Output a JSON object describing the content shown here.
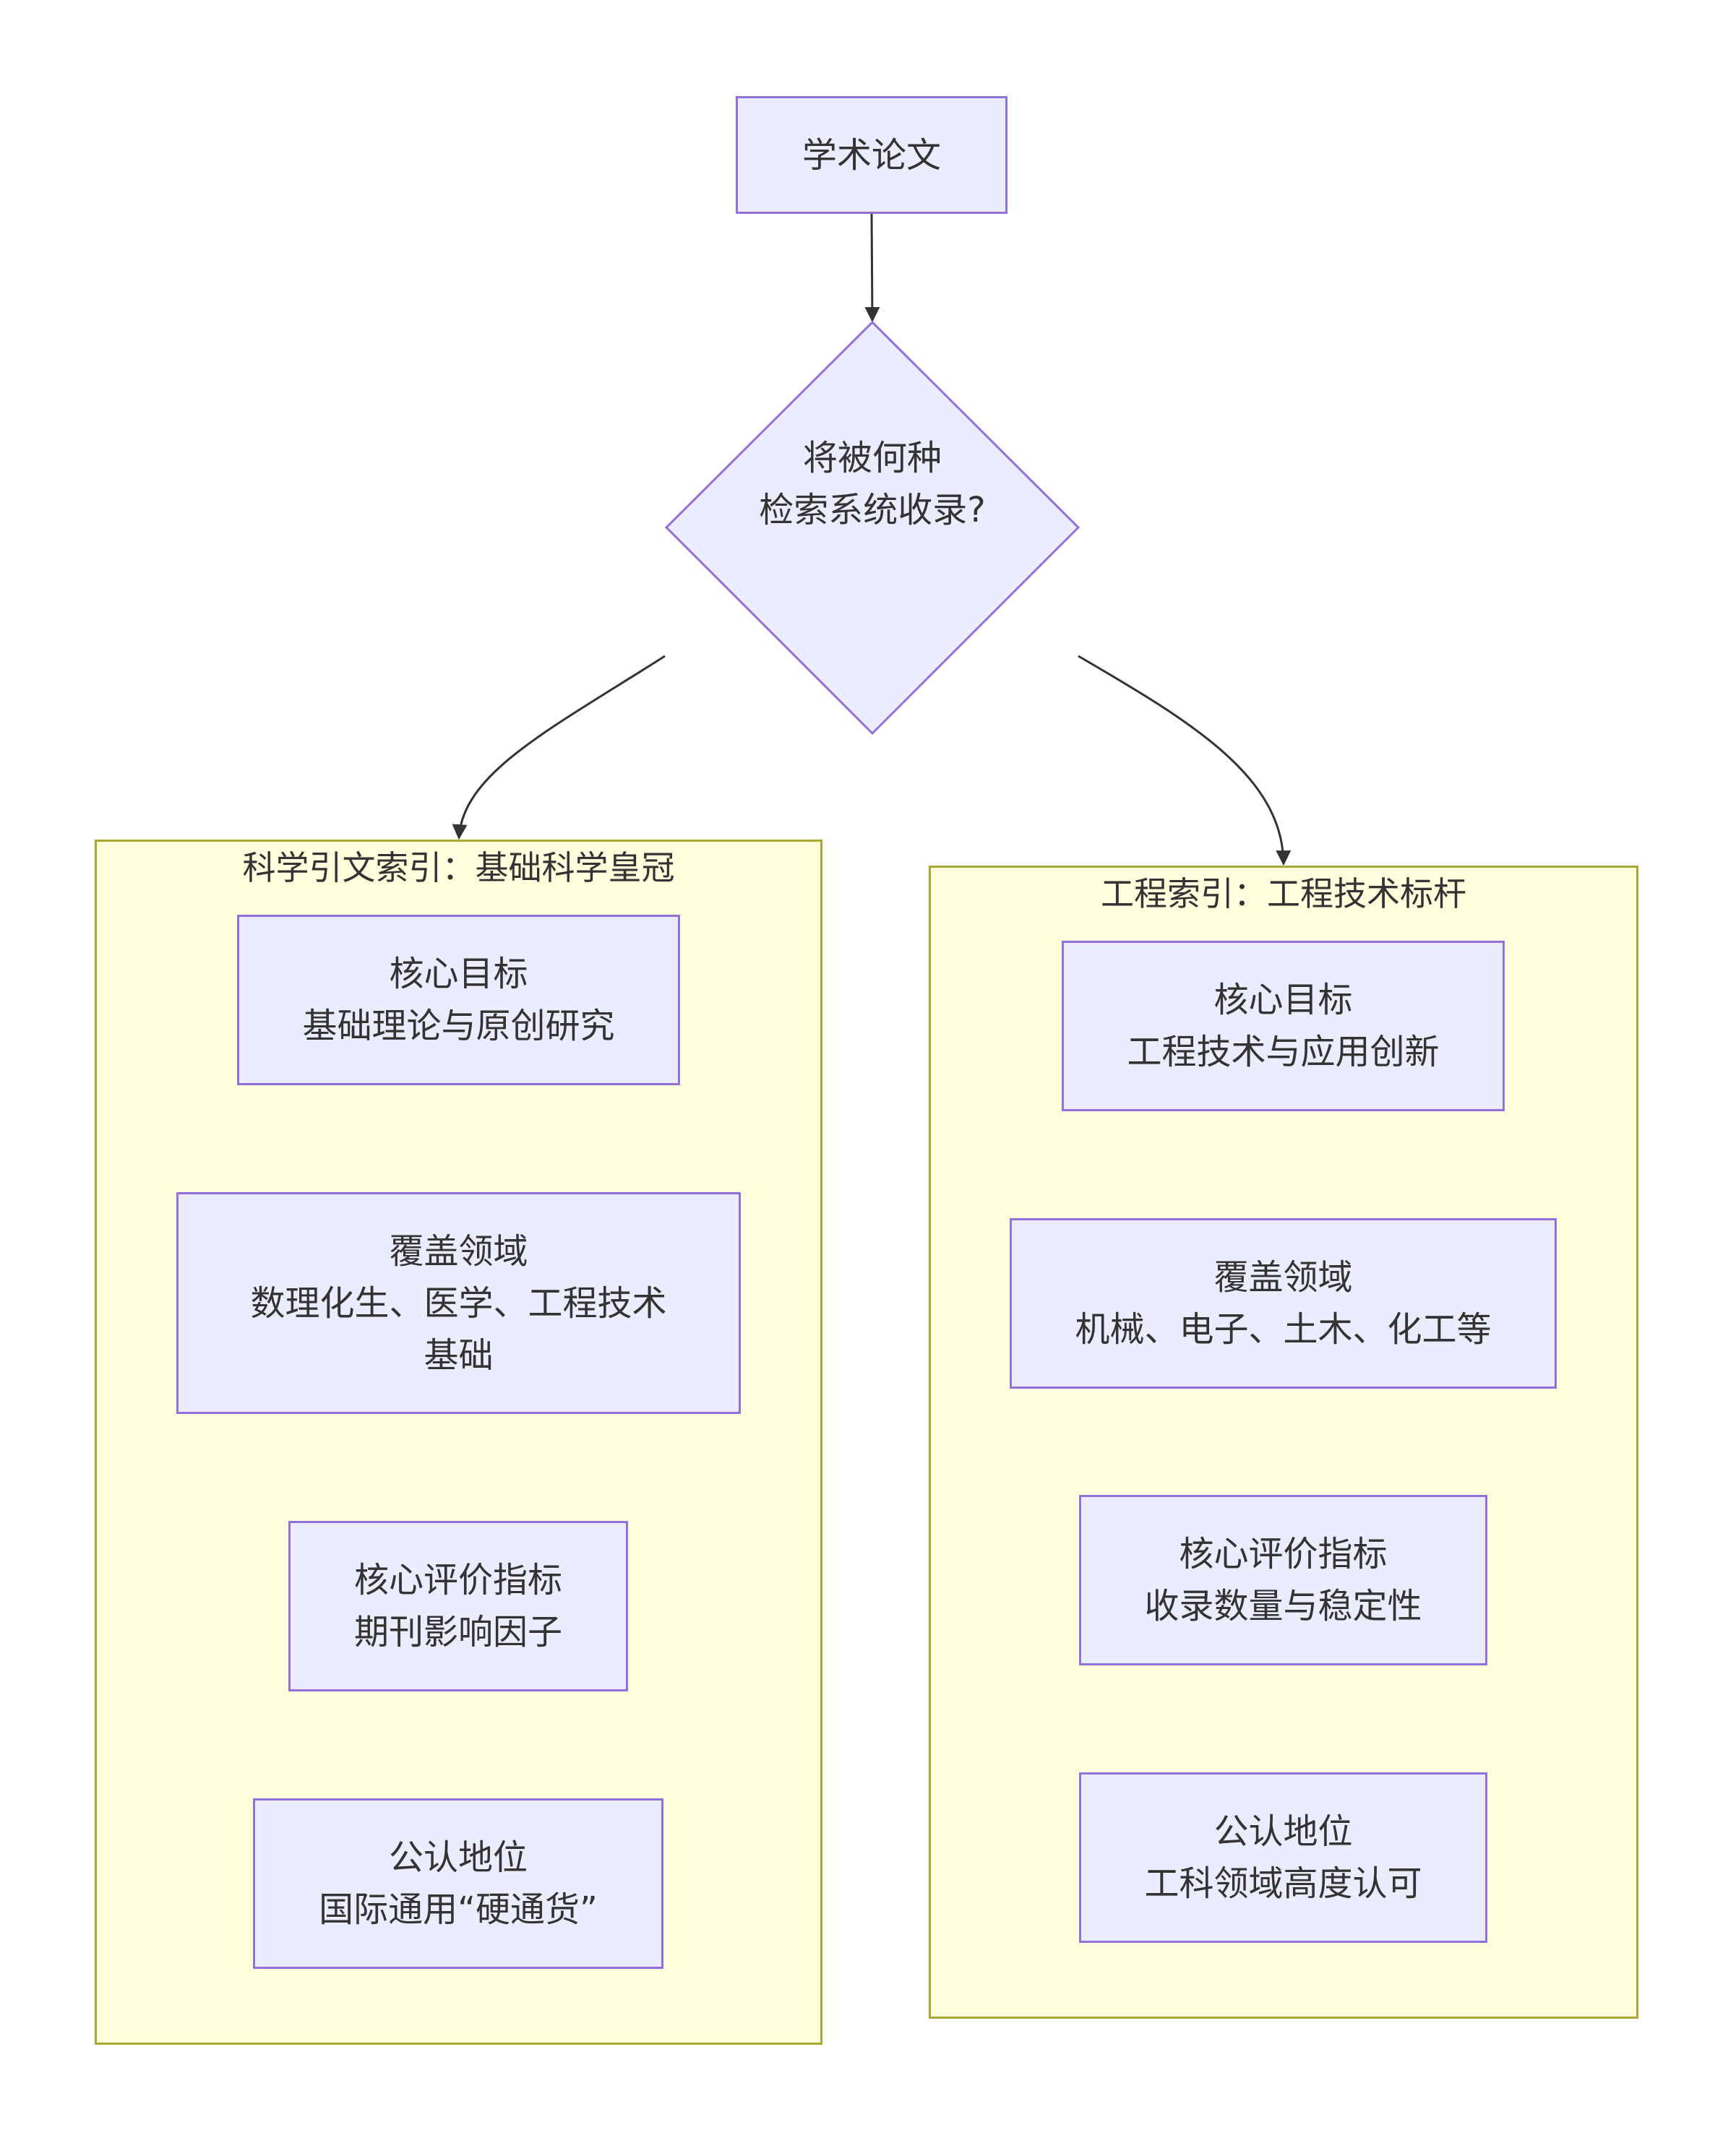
{
  "root": {
    "label": "学术论文"
  },
  "decision": {
    "line1": "将被何种",
    "line2": "检索系统收录?"
  },
  "sci": {
    "title": "科学引文索引：基础科学皇冠",
    "goal": {
      "heading": "核心目标",
      "text": "基础理论与原创研究"
    },
    "coverage": {
      "heading": "覆盖领域",
      "line1": "数理化生、医学、工程技术",
      "line2": "基础"
    },
    "metric": {
      "heading": "核心评价指标",
      "text": "期刊影响因子"
    },
    "status": {
      "heading": "公认地位",
      "text": "国际通用“硬通货”"
    }
  },
  "ei": {
    "title": "工程索引：工程技术标杆",
    "goal": {
      "heading": "核心目标",
      "text": "工程技术与应用创新"
    },
    "coverage": {
      "heading": "覆盖领域",
      "text": "机械、电子、土木、化工等"
    },
    "metric": {
      "heading": "核心评价指标",
      "text": "收录数量与稳定性"
    },
    "status": {
      "heading": "公认地位",
      "text": "工科领域高度认可"
    }
  },
  "colors": {
    "node_fill": "#ececff",
    "node_stroke": "#9370db",
    "cluster_fill": "#ffffde",
    "cluster_stroke": "#aaaa33",
    "edge": "#333333",
    "text": "#333333"
  }
}
